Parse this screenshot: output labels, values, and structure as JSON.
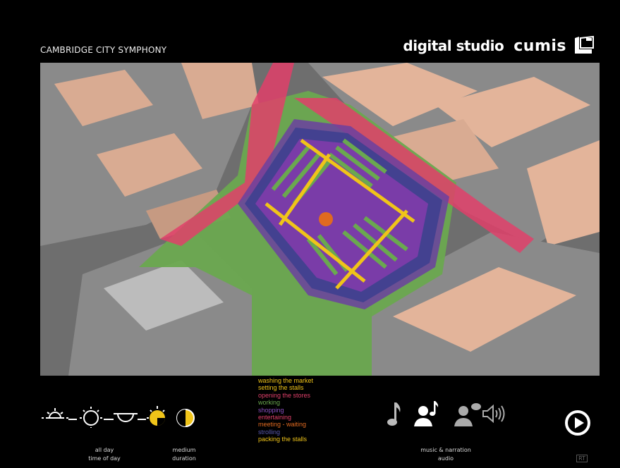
{
  "header": {
    "title": "CAMBRIDGE CITY SYMPHONY",
    "brand_studio": "digital studio",
    "brand_name": "cumis"
  },
  "colors": {
    "green": "#6aa84f",
    "purple": "#6b3fa0",
    "navy": "#3f3f8f",
    "pink": "#e0406a",
    "yellow": "#f0c419",
    "orange": "#e06a20",
    "building": "#e3b49a"
  },
  "time_controls": {
    "icons": [
      "sunrise-icon",
      "sun-icon",
      "sunset-icon",
      "noon-sun-icon",
      "half-moon-icon"
    ],
    "caption_value": "all day",
    "caption_label": "time of day",
    "duration_value": "medium",
    "duration_label": "duration"
  },
  "activities": [
    {
      "label": "washing the market",
      "color": "#f0c419"
    },
    {
      "label": "setting the stalls",
      "color": "#f0c419"
    },
    {
      "label": "opening the stores",
      "color": "#e0406a"
    },
    {
      "label": "working",
      "color": "#6aa84f"
    },
    {
      "label": "shopping",
      "color": "#8a4fc0"
    },
    {
      "label": "entertaining",
      "color": "#e0406a"
    },
    {
      "label": "meeting - waiting",
      "color": "#e06a20"
    },
    {
      "label": "strolling",
      "color": "#5a5ab0"
    },
    {
      "label": "packing the stalls",
      "color": "#f0c419"
    }
  ],
  "audio_controls": {
    "icons": [
      "music-note-icon",
      "person-music-icon",
      "person-speech-icon",
      "speaker-icon"
    ],
    "caption_value": "music & narration",
    "caption_label": "audio"
  },
  "play_button": {
    "icon": "play-icon"
  },
  "corner_mark": "RT"
}
